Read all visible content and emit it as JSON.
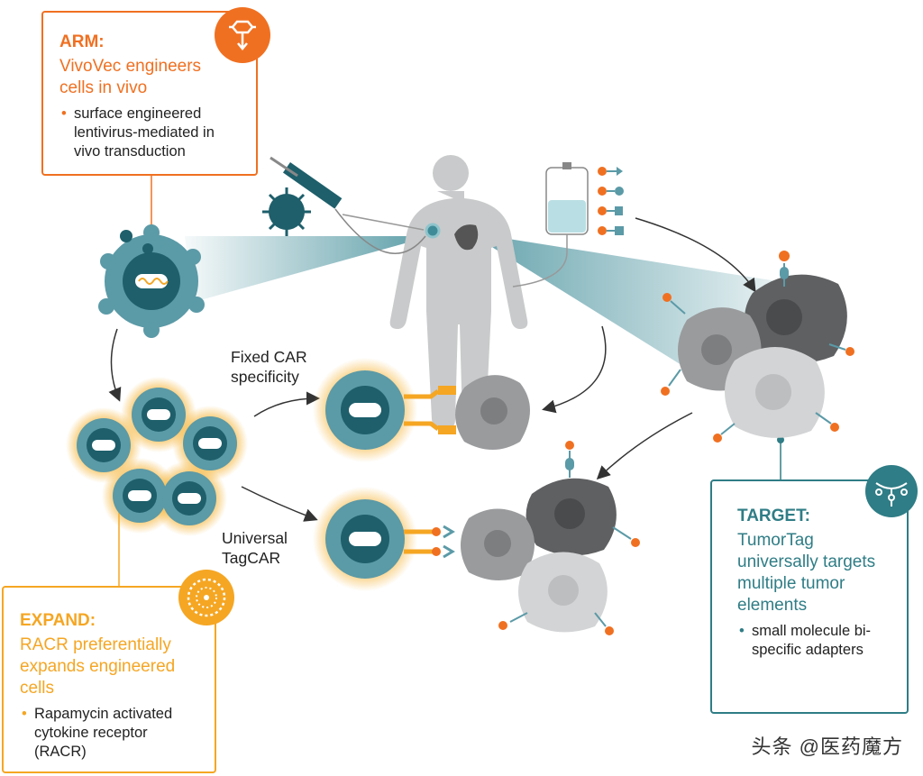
{
  "arm": {
    "title": "ARM",
    "colon": ":",
    "subtitle": "VivoVec engineers cells in vivo",
    "bullet": "surface engineered lentivirus-mediated in vivo transduction",
    "icon": "lentivirus-icon",
    "color": "#f07021"
  },
  "expand": {
    "title": "EXPAND",
    "colon": ":",
    "subtitle": "RACR preferentially expands engineered cells",
    "bullet": "Rapamycin activated cytokine receptor (RACR)",
    "icon": "expansion-burst-icon",
    "color": "#f5a623"
  },
  "target": {
    "title": "TARGET",
    "colon": ":",
    "subtitle": "TumorTag universally targets multiple tumor elements",
    "bullet": "small molecule bi-specific adapters",
    "icon": "tumortag-adapter-icon",
    "color": "#2f7d86"
  },
  "labels": {
    "fixed": "Fixed CAR specificity",
    "universal": "Universal TagCAR"
  },
  "watermark": "头条 @医药魔方",
  "colors": {
    "tcell": "#5b9aa7",
    "nucleus": "#1e5f6b",
    "tumor_dark": "#5f6062",
    "tumor_mid": "#9a9b9d",
    "tumor_light": "#d3d4d5",
    "glow": "#f5b335",
    "accent_orange": "#f07021",
    "body": "#c9cacb"
  }
}
